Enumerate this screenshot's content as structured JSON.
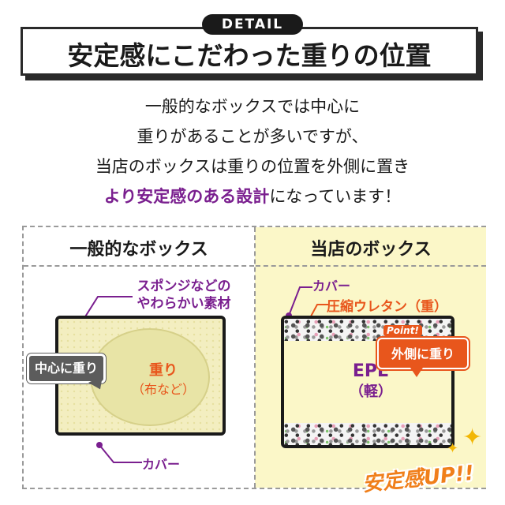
{
  "header": {
    "tag": "DETAIL",
    "title": "安定感にこだわった重りの位置"
  },
  "description": {
    "line1": "一般的なボックスでは中心に",
    "line2": "重りがあることが多いですが、",
    "line3": "当店のボックスは重りの位置を外側に置き",
    "line4_highlight": "より安定感のある設計",
    "line4_rest": "になっています！"
  },
  "comparison": {
    "general": {
      "heading": "一般的なボックス",
      "sponge_note_1": "スポンジなどの",
      "sponge_note_2": "やわらかい素材",
      "center_bubble": "中心に重り",
      "weight_label": "重り",
      "weight_sub": "（布など）",
      "cover_note": "カバー"
    },
    "ours": {
      "heading": "当店のボックス",
      "cover_note": "カバー",
      "urethane_note": "圧縮ウレタン（重）",
      "point_word": "Point!",
      "outer_weight": "外側に重り",
      "core_label": "EPE",
      "core_sub": "（軽）"
    }
  },
  "stamp": "安定感UP!!",
  "colors": {
    "purple": "#7a1f8f",
    "orange": "#e8561c",
    "yellow_bg": "#fbf7c8",
    "gray_bubble": "#5c5c5c"
  }
}
